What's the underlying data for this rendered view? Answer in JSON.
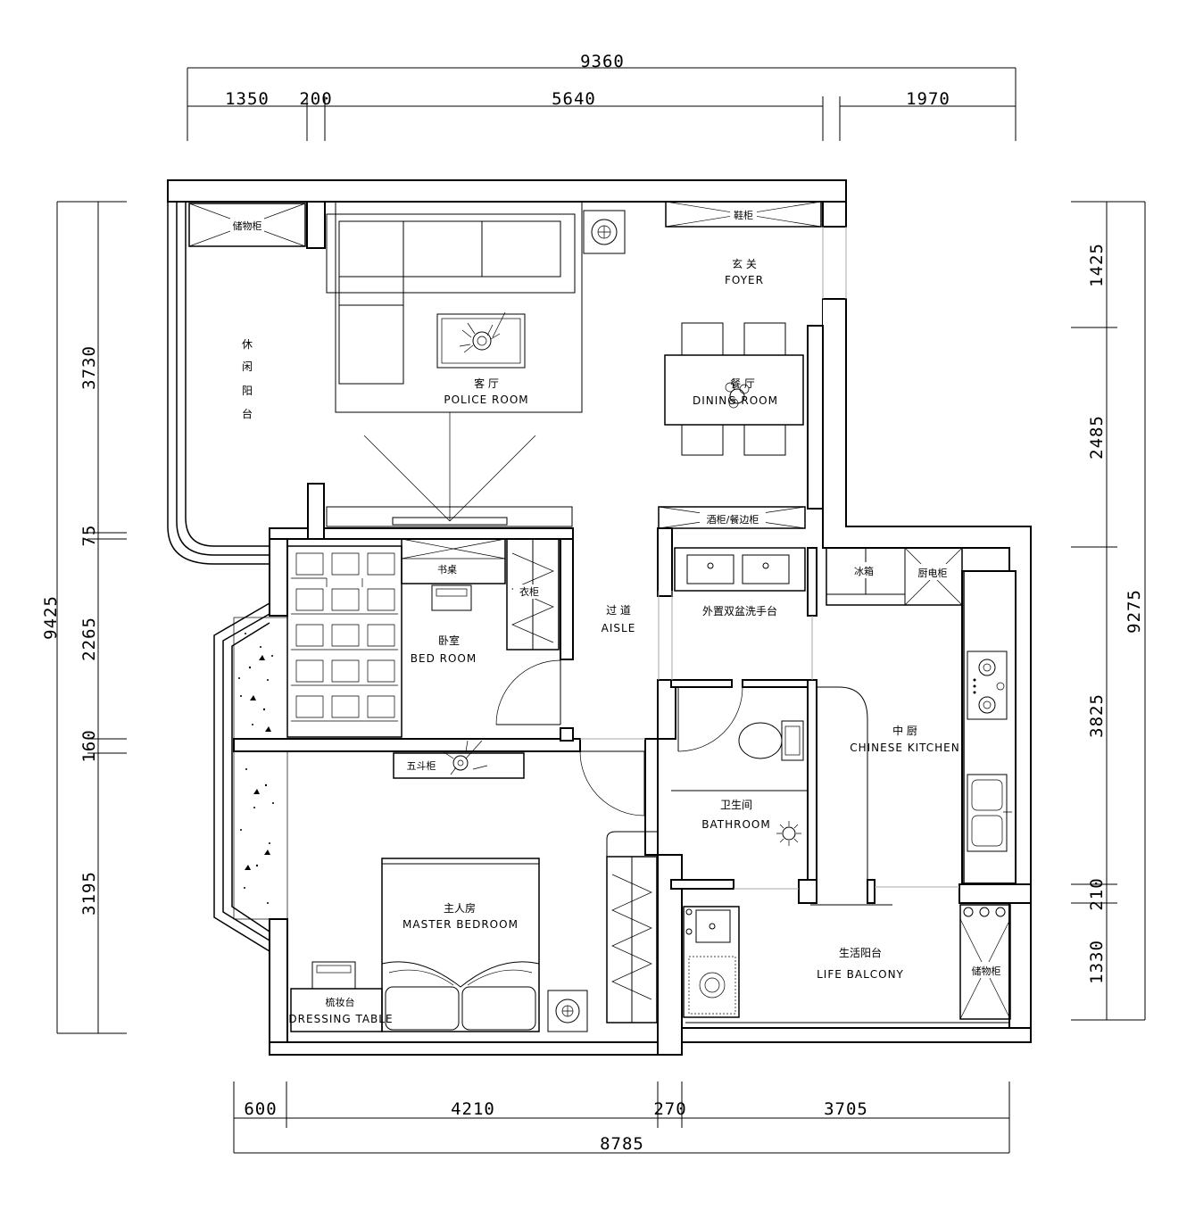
{
  "dimensions": {
    "top_total": "9360",
    "top_1": "1350",
    "top_2": "200",
    "top_3": "5640",
    "top_4": "1970",
    "left_total": "9425",
    "left_1": "3730",
    "left_2": "75",
    "left_3": "2265",
    "left_4": "160",
    "left_5": "3195",
    "right_total": "9275",
    "right_1": "1425",
    "right_2": "2485",
    "right_3": "3825",
    "right_4": "210",
    "right_5": "1330",
    "bottom_total": "8785",
    "bottom_1": "600",
    "bottom_2": "4210",
    "bottom_3": "270",
    "bottom_4": "3705"
  },
  "rooms": {
    "living_cn": "客  厅",
    "living_en": "POLICE ROOM",
    "foyer_cn": "玄  关",
    "foyer_en": "FOYER",
    "dining_cn": "餐  厅",
    "dining_en": "DINING ROOM",
    "leisure_balcony_cn_1": "休",
    "leisure_balcony_cn_2": "闲",
    "leisure_balcony_cn_3": "阳",
    "leisure_balcony_cn_4": "台",
    "aisle_cn": "过  道",
    "aisle_en": "AISLE",
    "bedroom_cn": "卧室",
    "bedroom_en": "BED ROOM",
    "master_cn": "主人房",
    "master_en": "MASTER BEDROOM",
    "bath_cn": "卫生间",
    "bath_en": "BATHROOM",
    "kitchen_cn": "中  厨",
    "kitchen_en": "CHINESE KITCHEN",
    "life_balcony_cn": "生活阳台",
    "life_balcony_en": "LIFE BALCONY"
  },
  "furniture": {
    "storage_cabinet_left": "储物柜",
    "shoe_cabinet": "鞋柜",
    "wine_sideboard": "酒柜/餐边柜",
    "desk": "书桌",
    "wardrobe": "衣柜",
    "double_basin": "外置双盆洗手台",
    "fridge": "冰箱",
    "kitchen_appliance": "厨电柜",
    "chest_drawers": "五斗柜",
    "dressing_cn": "梳妆台",
    "dressing_en": "DRESSING TABLE",
    "storage_cabinet_right": "储物柜"
  }
}
